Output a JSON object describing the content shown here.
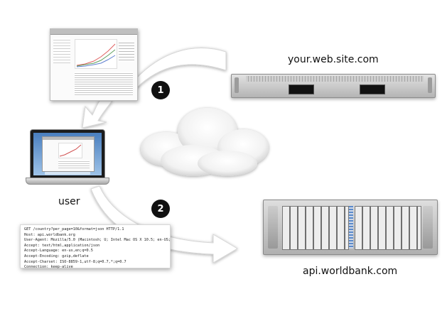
{
  "labels": {
    "web_server": "your.web.site.com",
    "client": "user",
    "api_server": "api.worldbank.com"
  },
  "steps": [
    "1",
    "2"
  ],
  "http_request": [
    "GET /country?per_page=10&format=json HTTP/1.1",
    "Host: api.worldbank.org",
    "User-Agent: Mozilla/5.0 (Macintosh; U; Intel Mac OS X 10.5; en-US;",
    "Accept: text/html,application/json",
    "Accept-Language: en-us,en;q=0.5",
    "Accept-Encoding: gzip,deflate",
    "Accept-Charset: ISO-8859-1,utf-8;q=0.7,*;q=0.7",
    "Connection: keep-alive"
  ],
  "colors": {
    "arrow": "#ffffff",
    "arrow_outline": "#d0d0d0",
    "badge": "#111111",
    "server_body": "#c8c8c8"
  }
}
